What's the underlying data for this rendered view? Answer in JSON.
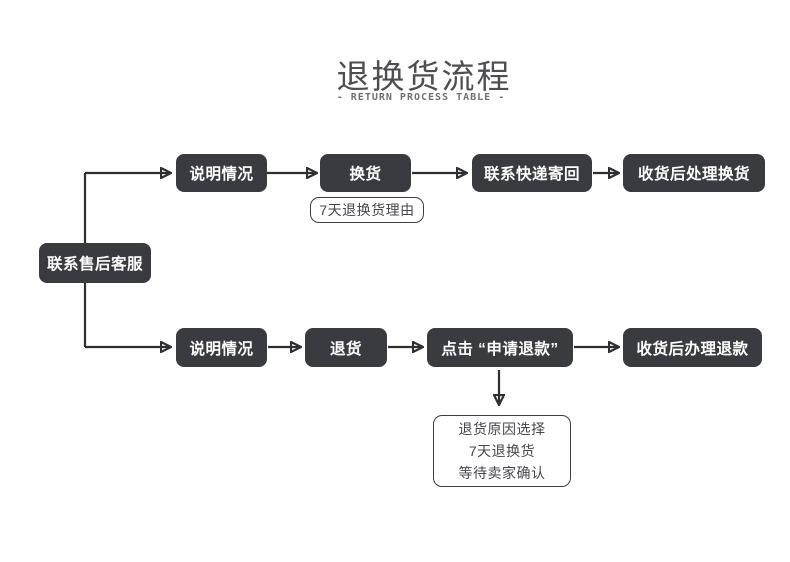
{
  "title": "退换货流程",
  "subtitle": "- RETURN PROCESS TABLE -",
  "root": {
    "label": "联系售后客服"
  },
  "top_branch": {
    "steps": [
      {
        "label": "说明情况"
      },
      {
        "label": "换货"
      },
      {
        "label": "联系快递寄回"
      },
      {
        "label": "收货后处理换货"
      }
    ],
    "note": {
      "label": "7天退换货理由"
    }
  },
  "bottom_branch": {
    "steps": [
      {
        "label": "说明情况"
      },
      {
        "label": "退货"
      },
      {
        "label": "点击 “申请退款”"
      },
      {
        "label": "收货后办理退款"
      }
    ],
    "note": {
      "lines": [
        "退货原因选择",
        "7天退换货",
        "等待卖家确认"
      ]
    }
  },
  "colors": {
    "background": "#ffffff",
    "node_bg": "#3a3a41",
    "node_text": "#ffffff",
    "connector": "#2e2e33",
    "note_border": "#3d3d44",
    "note_text": "#45454b",
    "title_text": "#4e4e51",
    "subtitle_text": "#707072"
  }
}
